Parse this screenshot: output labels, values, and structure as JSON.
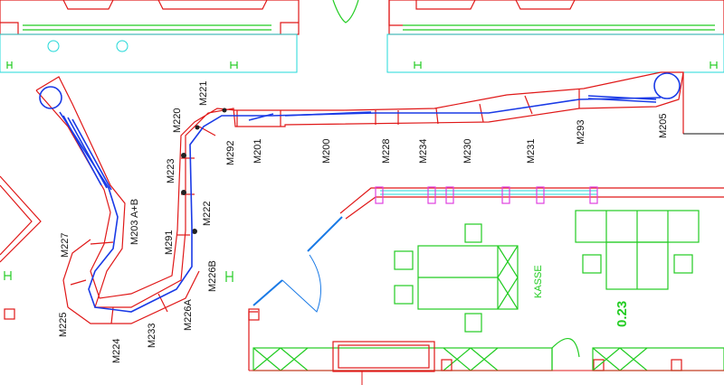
{
  "labels": {
    "m220": "M220",
    "m221": "M221",
    "m223": "M223",
    "m292": "M292",
    "m201": "M201",
    "m200": "M200",
    "m228": "M228",
    "m234": "M234",
    "m230": "M230",
    "m231": "M231",
    "m293": "M293",
    "m205": "M205",
    "m203ab": "M203 A+B",
    "m227": "M227",
    "m222": "M222",
    "m291": "M291",
    "m226b": "M226B",
    "m226a": "M226A",
    "m225": "M225",
    "m224": "M224",
    "m233": "M233"
  },
  "room": {
    "kasse": "KASSE",
    "measure": "0.23"
  },
  "colors": {
    "outline": "#e01818",
    "fixtures": "#22cc22",
    "conveyor": "#1a3ae6",
    "glazing": "#22d8d8"
  }
}
